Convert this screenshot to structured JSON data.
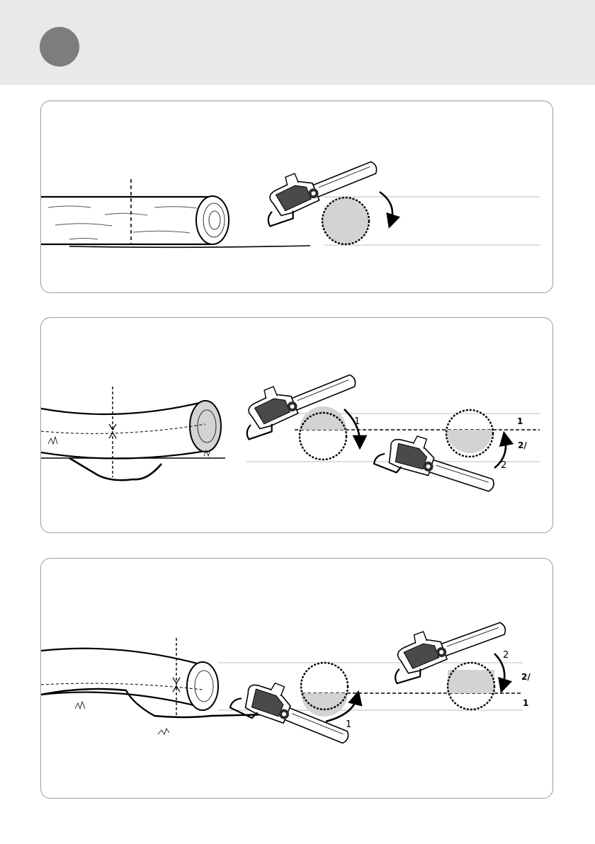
{
  "colors": {
    "header_bg": "#e9e9e9",
    "badge": "#7d7d7d",
    "cut_fill": "#d3d3d3"
  },
  "icons": [
    "chainsaw-icon",
    "log-icon",
    "rotation-arrow-icon",
    "cut-line-icon"
  ],
  "panel2": {
    "step1": "1",
    "step2": "2",
    "line_label_1": "1",
    "line_label_2": "2/"
  },
  "panel3": {
    "step1": "1",
    "step2": "2",
    "line_label_1": "1",
    "line_label_2": "2/"
  }
}
